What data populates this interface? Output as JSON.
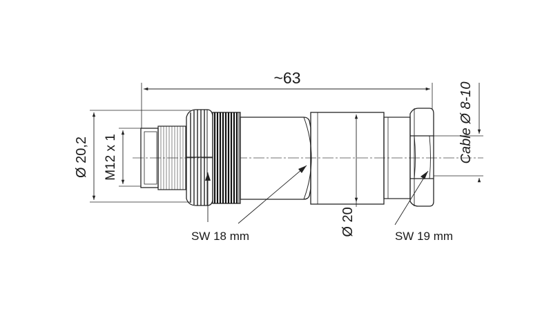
{
  "dimensions": {
    "overall_length": "~63",
    "outer_diameter": "Ø 20,2",
    "thread": "M12 x 1",
    "body_diameter": "Ø 20",
    "cable_range": "Cable Ø 8-10"
  },
  "callouts": {
    "wrench_size_left": "SW 18 mm",
    "wrench_size_right": "SW 19 mm"
  },
  "colors": {
    "line": "#222222",
    "background": "#ffffff"
  }
}
